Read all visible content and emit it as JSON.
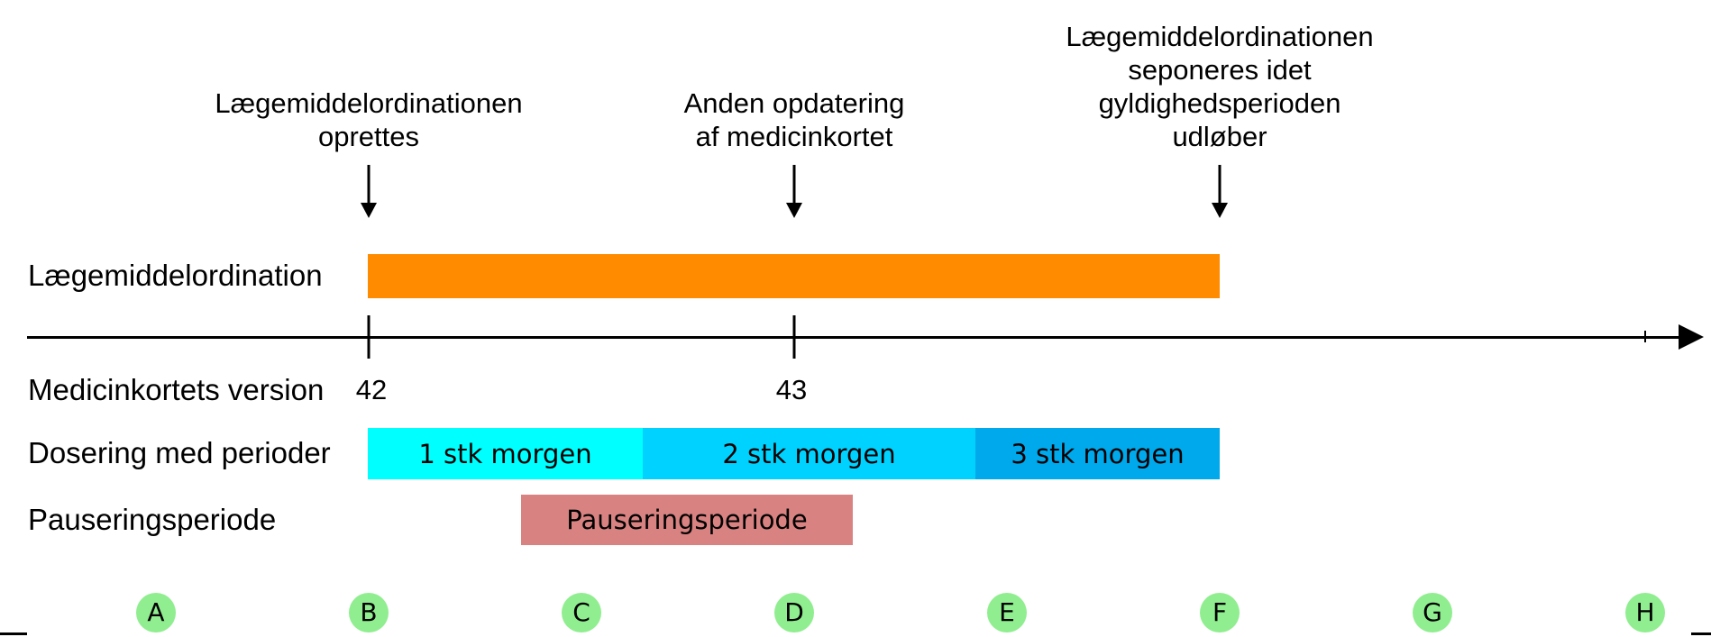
{
  "diagram": {
    "annotations": [
      {
        "lines": [
          "Lægemiddelordinationen",
          "oprettes"
        ]
      },
      {
        "lines": [
          "Anden opdatering",
          "af medicinkortet"
        ]
      },
      {
        "lines": [
          "Lægemiddelordinationen",
          "seponeres idet",
          "gyldighedsperioden",
          "udløber"
        ]
      }
    ],
    "rows": {
      "ordination": {
        "label": "Lægemiddelordination"
      },
      "version": {
        "label": "Medicinkortets version",
        "values": [
          "42",
          "43"
        ]
      },
      "dosage": {
        "label": "Dosering med perioder",
        "segments": [
          {
            "label": "1 stk morgen",
            "color": "#00FFFF"
          },
          {
            "label": "2 stk morgen",
            "color": "#00D2FF"
          },
          {
            "label": "3 stk morgen",
            "color": "#00A9EC"
          }
        ]
      },
      "pause": {
        "label": "Pauseringsperiode",
        "bar_label": "Pauseringsperiode",
        "color": "#D98282"
      }
    },
    "markers": [
      {
        "label": "A"
      },
      {
        "label": "B"
      },
      {
        "label": "C"
      },
      {
        "label": "D"
      },
      {
        "label": "E"
      },
      {
        "label": "F"
      },
      {
        "label": "G"
      },
      {
        "label": "H"
      }
    ],
    "colors": {
      "ordination_bar": "#FF8C00",
      "marker_circle": "#90EE90",
      "axis": "#000000"
    }
  }
}
